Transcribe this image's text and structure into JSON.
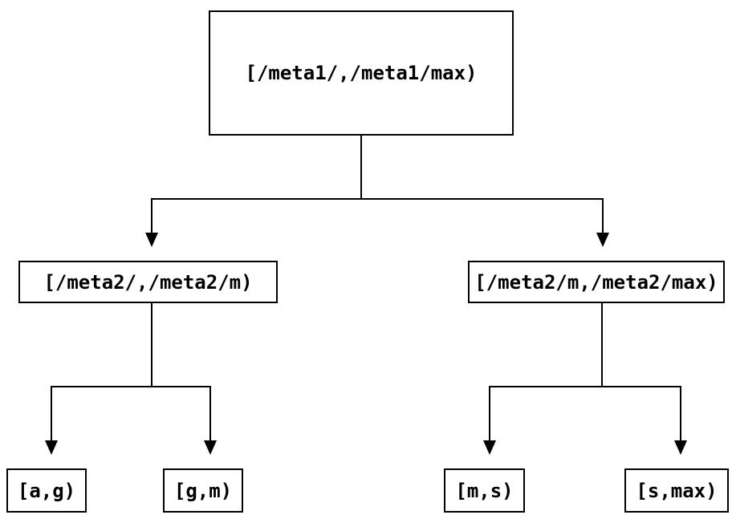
{
  "tree": {
    "root": {
      "label": "[/meta1/,/meta1/max)"
    },
    "children": [
      {
        "label": "[/meta2/,/meta2/m)"
      },
      {
        "label": "[/meta2/m,/meta2/max)"
      }
    ],
    "leaves": [
      {
        "label": "[a,g)"
      },
      {
        "label": "[g,m)"
      },
      {
        "label": "[m,s)"
      },
      {
        "label": "[s,max)"
      }
    ],
    "colors": {
      "line": "#000000",
      "text": "#000000",
      "background": "#ffffff"
    }
  }
}
